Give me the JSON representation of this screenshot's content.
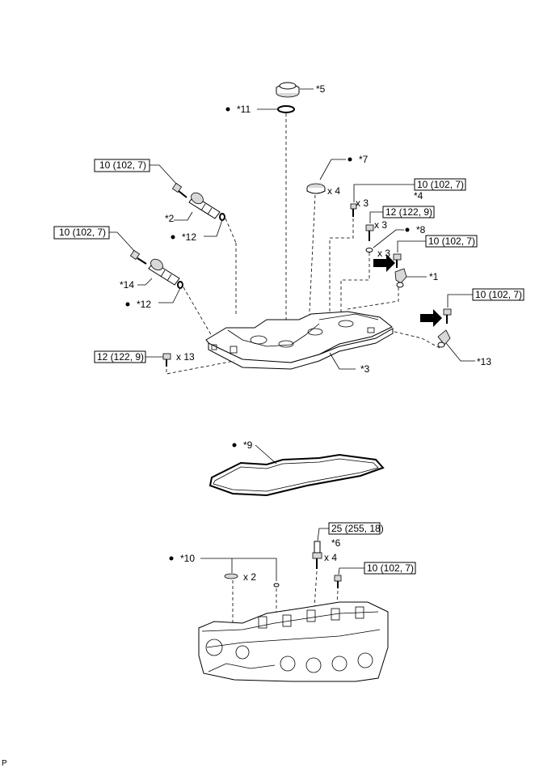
{
  "callouts": {
    "c5": "*5",
    "c11": "*11",
    "c7": "*7",
    "c4": "*4",
    "c8": "*8",
    "c1": "*1",
    "c2": "*2",
    "c12a": "*12",
    "c12b": "*12",
    "c14": "*14",
    "c3": "*3",
    "c13": "*13",
    "c9": "*9",
    "c6": "*6",
    "c10": "*10"
  },
  "quantities": {
    "q7": "x 4",
    "q4": "x 3",
    "q12bolt": "x 3",
    "q8": "x 3",
    "q13": "x 13",
    "q6": "x 4",
    "q10": "x 2"
  },
  "torques": {
    "t2": "10 (102, 7)",
    "t14": "10 (102, 7)",
    "t4": "10 (102, 7)",
    "t12": "12 (122, 9)",
    "t1": "10 (102, 7)",
    "t13": "10 (102, 7)",
    "t3": "12 (122, 9)",
    "t6": "25 (255, 18)",
    "t10": "10 (102, 7)"
  },
  "footer": {
    "code": "P"
  }
}
